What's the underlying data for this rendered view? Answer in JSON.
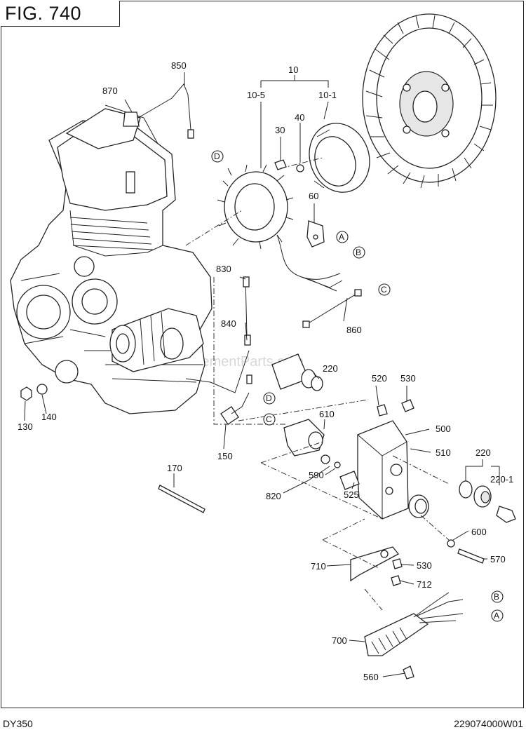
{
  "figure": {
    "title": "FIG. 740",
    "model": "DY350",
    "doc_number": "229074000W01",
    "watermark": "eReplacementParts.com"
  },
  "callouts": {
    "p10": "10",
    "p10_5": "10-5",
    "p10_1": "10-1",
    "p30": "30",
    "p40": "40",
    "p60": "60",
    "p850": "850",
    "p870": "870",
    "p830": "830",
    "p840": "840",
    "p860": "860",
    "p220_a": "220",
    "p520": "520",
    "p530_a": "530",
    "p500": "500",
    "p510": "510",
    "p610": "610",
    "p590": "590",
    "p525": "525",
    "p820": "820",
    "p150": "150",
    "p130": "130",
    "p140": "140",
    "p170": "170",
    "p220_b": "220",
    "p220_1": "220-1",
    "p600": "600",
    "p570": "570",
    "p710": "710",
    "p530_b": "530",
    "p712": "712",
    "p700": "700",
    "p560": "560"
  },
  "connectors": {
    "a": "A",
    "b": "B",
    "c": "C",
    "d": "D"
  }
}
